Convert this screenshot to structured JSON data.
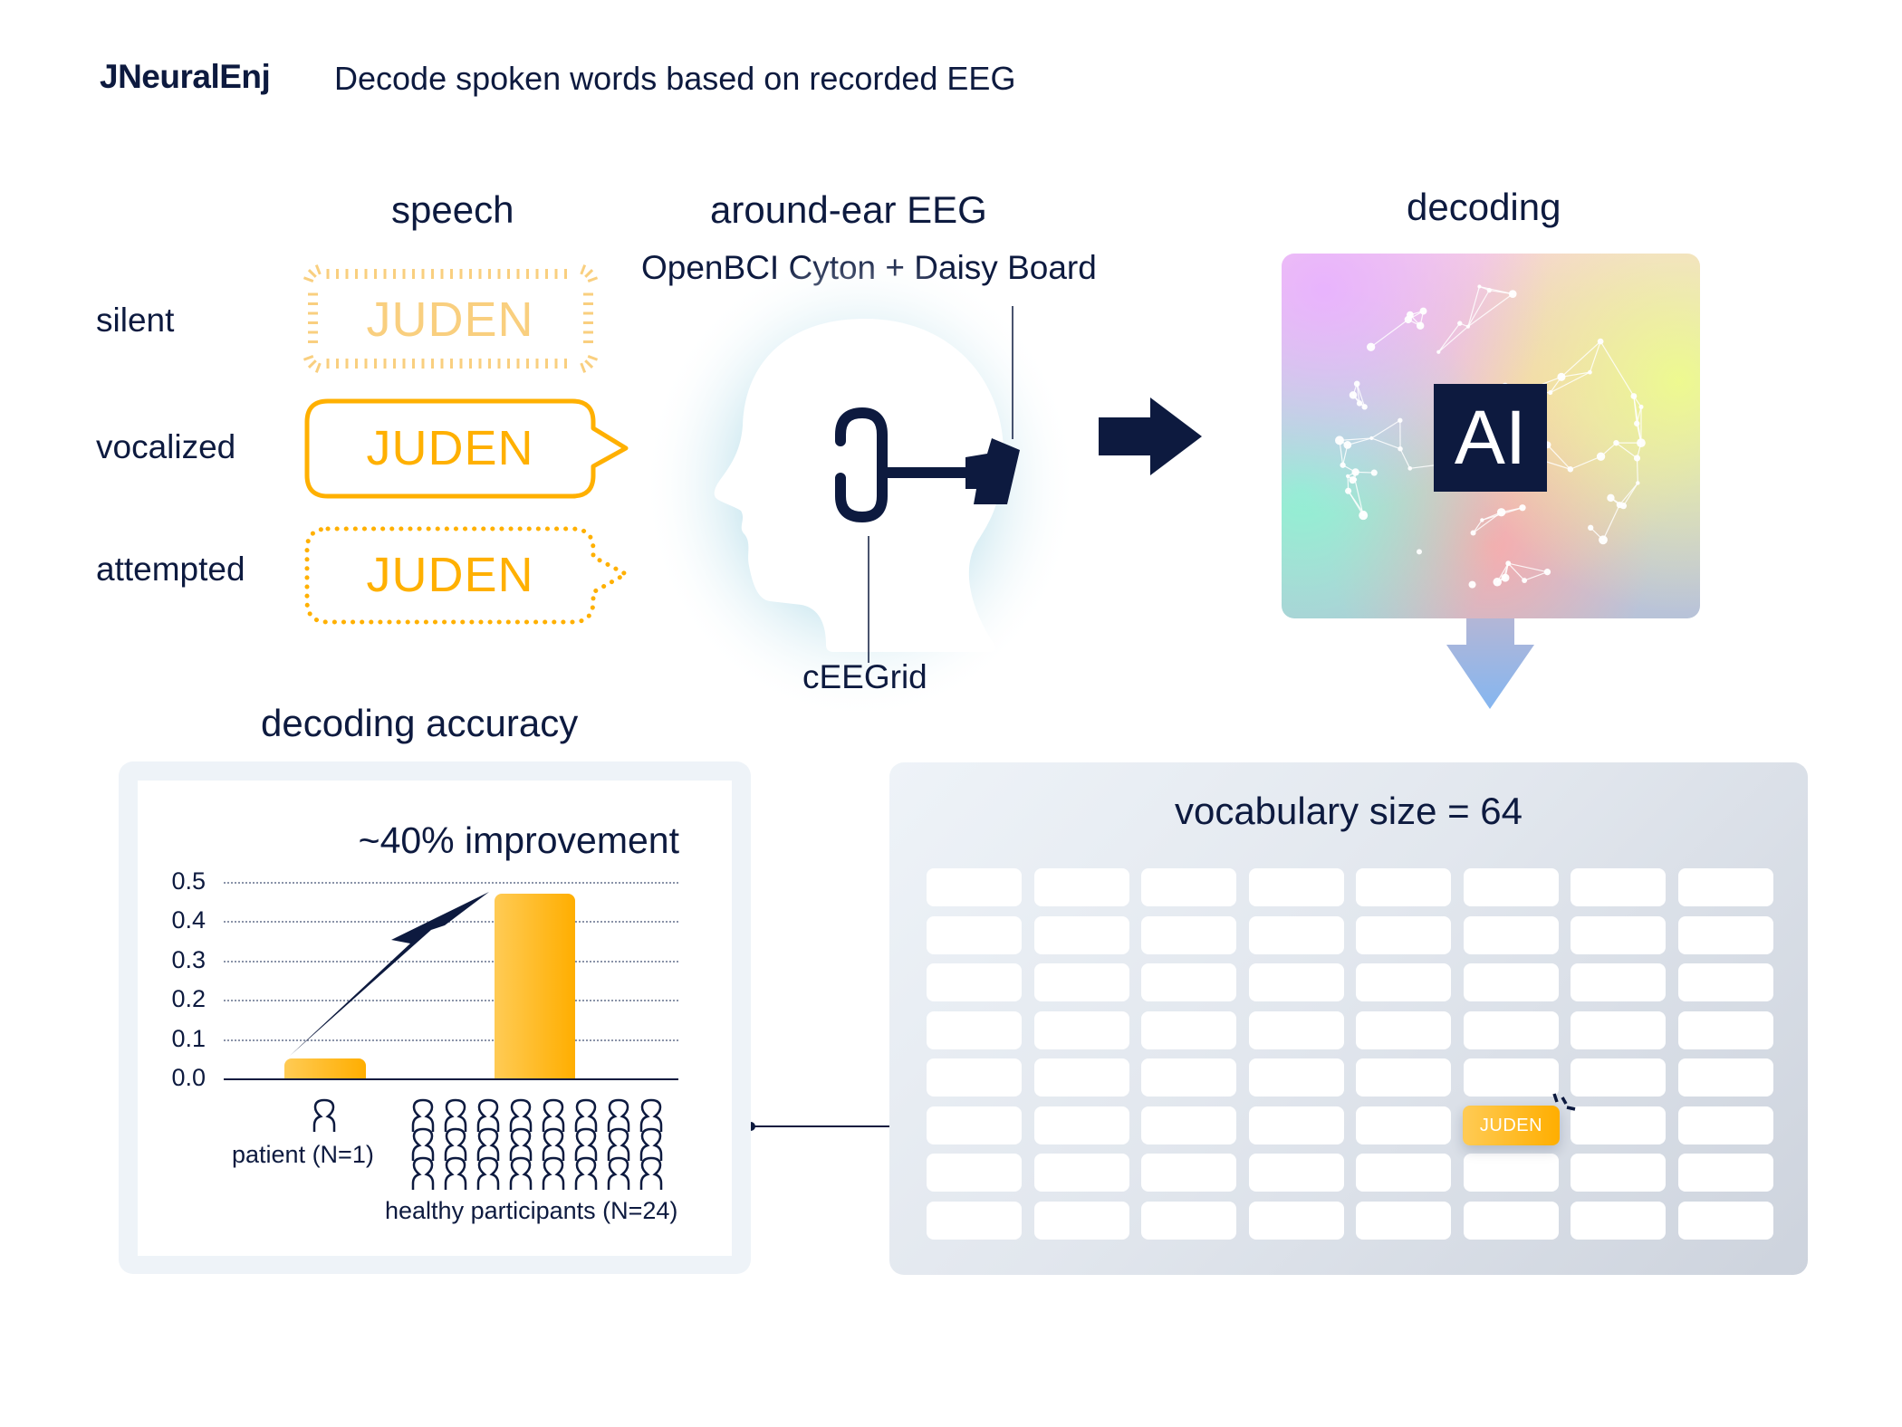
{
  "header": {
    "brand": "JNeuralEnj",
    "subtitle": "Decode spoken words based on recorded EEG"
  },
  "speech": {
    "title": "speech",
    "word": "JUDEN",
    "modes": [
      {
        "label": "silent",
        "style": "rays",
        "color": "#f9cf7f"
      },
      {
        "label": "vocalized",
        "style": "solid-bubble",
        "color": "#ffb000"
      },
      {
        "label": "attempted",
        "style": "dotted-bubble",
        "color": "#ffb000"
      }
    ]
  },
  "eeg": {
    "title": "around-ear EEG",
    "amplifier_label": "OpenBCI Cyton + Daisy Board",
    "electrode_label": "cEEGrid"
  },
  "decoding": {
    "title": "decoding",
    "model_label": "AI"
  },
  "accuracy": {
    "section_title": "decoding accuracy",
    "groups": [
      {
        "label": "patient (N=1)",
        "icon": "person-icon",
        "count": 1
      },
      {
        "label": "healthy participants (N=24)",
        "icon": "people-icon",
        "count": 24
      }
    ]
  },
  "chart_data": {
    "type": "bar",
    "title": "~40% improvement",
    "categories": [
      "patient (N=1)",
      "healthy participants (N=24)"
    ],
    "values": [
      0.05,
      0.47
    ],
    "ylabel": "",
    "xlabel": "",
    "ylim": [
      0,
      0.5
    ],
    "yticks": [
      "0.0",
      "0.1",
      "0.2",
      "0.3",
      "0.4",
      "0.5"
    ],
    "grid": true,
    "bar_color": "#ffb000",
    "annotation": "arrow from patient bar to healthy bar"
  },
  "vocabulary": {
    "title": "vocabulary size = 64",
    "rows": 8,
    "cols": 8,
    "highlighted_word": "JUDEN",
    "highlighted_cell": {
      "row": 6,
      "col": 6
    }
  },
  "colors": {
    "navy": "#0d1a3f",
    "amber": "#ffb000",
    "amber_light": "#f9cf7f"
  }
}
